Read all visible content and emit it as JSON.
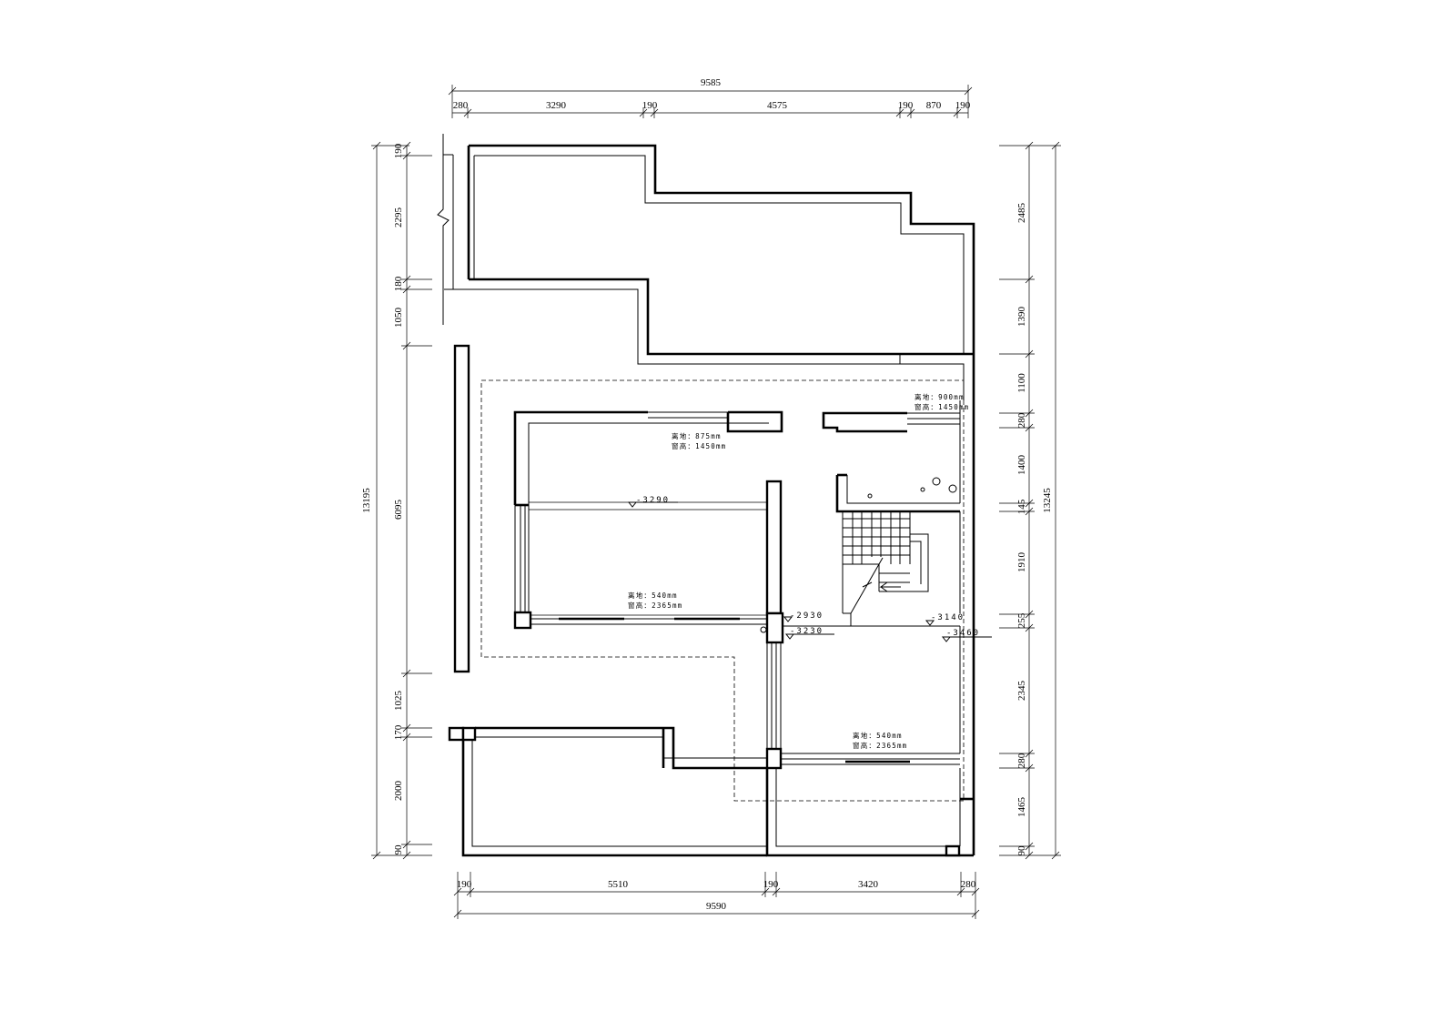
{
  "dimensions": {
    "top_total": "9585",
    "top_segments": [
      "280",
      "3290",
      "190",
      "4575",
      "190",
      "870",
      "190"
    ],
    "bottom_segments": [
      "190",
      "5510",
      "190",
      "3420",
      "280"
    ],
    "bottom_total": "9590",
    "left_total": "13195",
    "left_inner": [
      "190",
      "2295",
      "180",
      "1050",
      "6095",
      "1025",
      "170",
      "2000",
      "90"
    ],
    "right_total": "13245",
    "right_inner": [
      "2485",
      "1390",
      "1100",
      "280",
      "1400",
      "145",
      "1910",
      "255",
      "2345",
      "280",
      "1465",
      "90"
    ]
  },
  "annotations": {
    "win_top_right_sill": "离地：900mm",
    "win_top_right_height": "窗高：1450mm",
    "win_top_mid_sill": "离地：875mm",
    "win_top_mid_height": "窗高：1450mm",
    "win_mid_sill": "离地：540mm",
    "win_mid_height": "窗高：2365mm",
    "win_bottom_sill": "离地：540mm",
    "win_bottom_height": "窗高：2365mm"
  },
  "levels": {
    "l1": "-3290",
    "l2": "-2930",
    "l3": "-3230",
    "l4": "-3140",
    "l5": "-3460"
  }
}
